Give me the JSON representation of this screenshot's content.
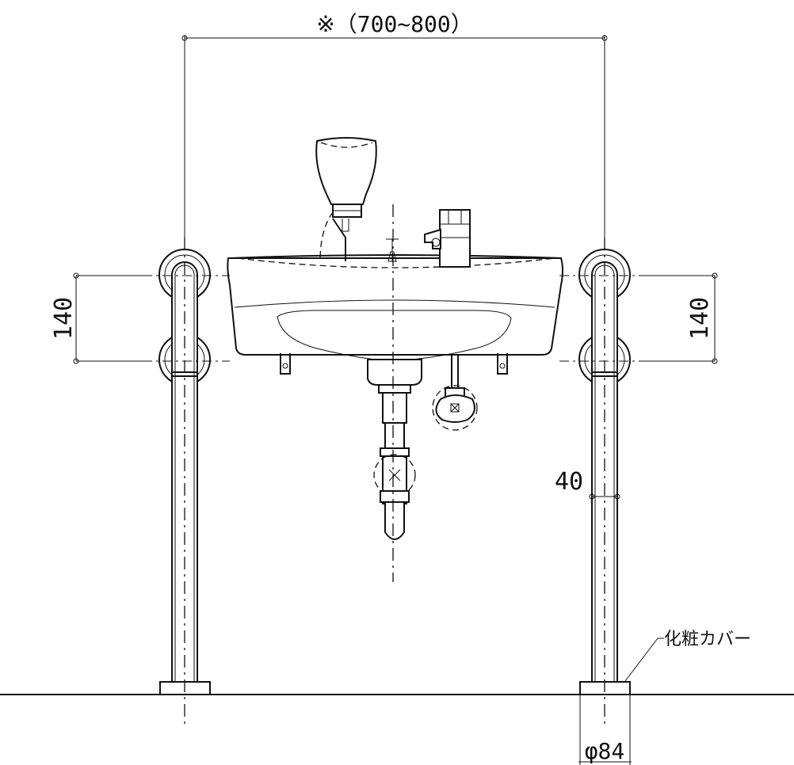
{
  "dimensions": {
    "overall_width": "※（700~800）",
    "grab_bar_spacing_left": "140",
    "grab_bar_spacing_right": "140",
    "bar_diameter": "40",
    "base_diameter": "φ84"
  },
  "callouts": {
    "cosmetic_cover": "化粧カバー"
  }
}
